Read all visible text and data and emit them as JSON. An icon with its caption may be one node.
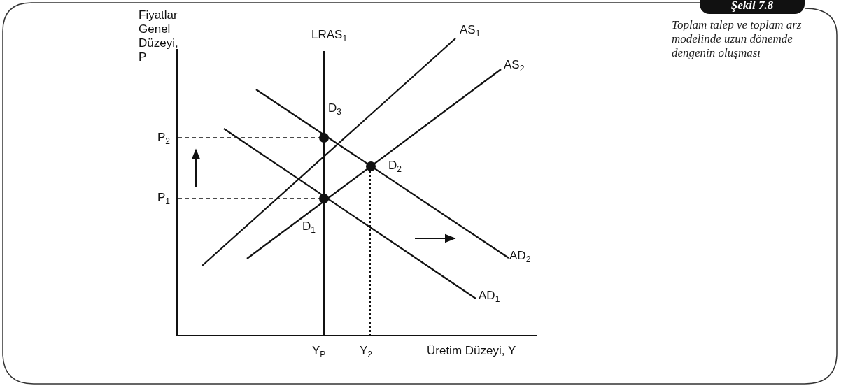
{
  "diagram": {
    "title": "Şekil 7.8",
    "caption": "Toplam talep ve toplam arz modelinde uzun dönemde dengenin oluşması",
    "labels": [
      "Fiyatlar Genel Düzeyi, P",
      "LRAS$_{1}$",
      "AS$_{1}$",
      "AS$_{2}$",
      "D$_{3}$",
      "P$_{2}$",
      "D$_{2}$",
      "P$_{1}$",
      "D$_{1}$",
      "AD$_{2}$",
      "AD$_{1}$",
      "Y$_{P}$",
      "Y$_{2}$",
      "Üretim Düzeyi, Y"
    ]
  }
}
